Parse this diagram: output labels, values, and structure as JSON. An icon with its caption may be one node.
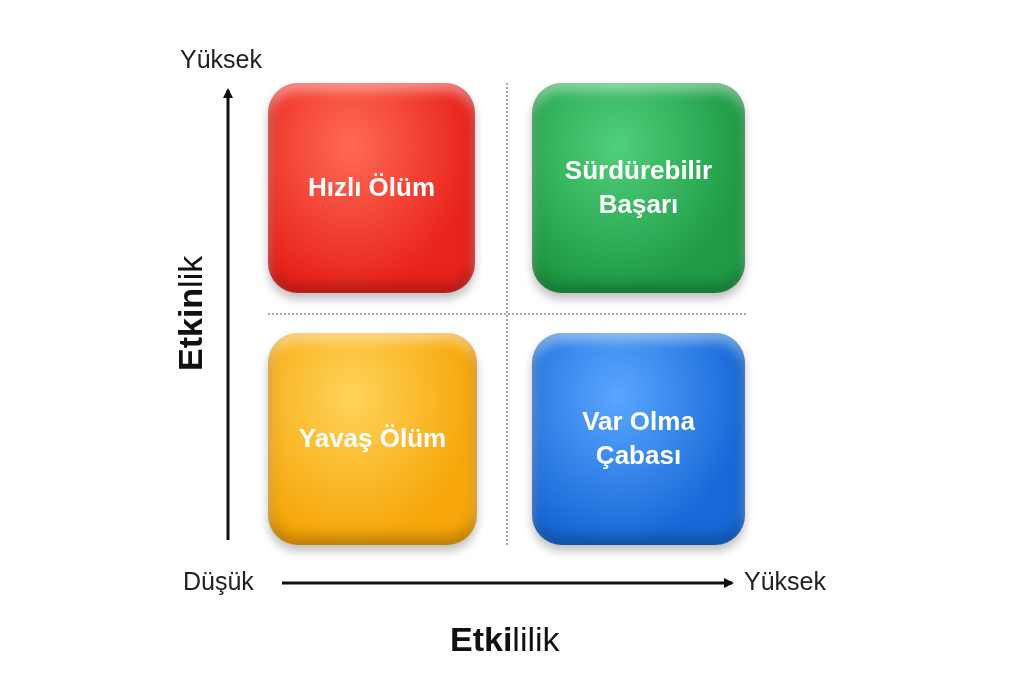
{
  "diagram": {
    "nodes": [
      {
        "text": [
          "Hızlı Ölüm"
        ]
      },
      {
        "text": [
          "Sürdürebilir Başarı"
        ]
      },
      {
        "text": [
          "Yavaş Ölüm"
        ]
      },
      {
        "text": [
          "Var Olma Çabası"
        ]
      }
    ],
    "labels": [
      "Yüksek",
      "**Etkin**lik",
      "Düşük",
      "Yüksek",
      "**Etki**lilik"
    ]
  }
}
